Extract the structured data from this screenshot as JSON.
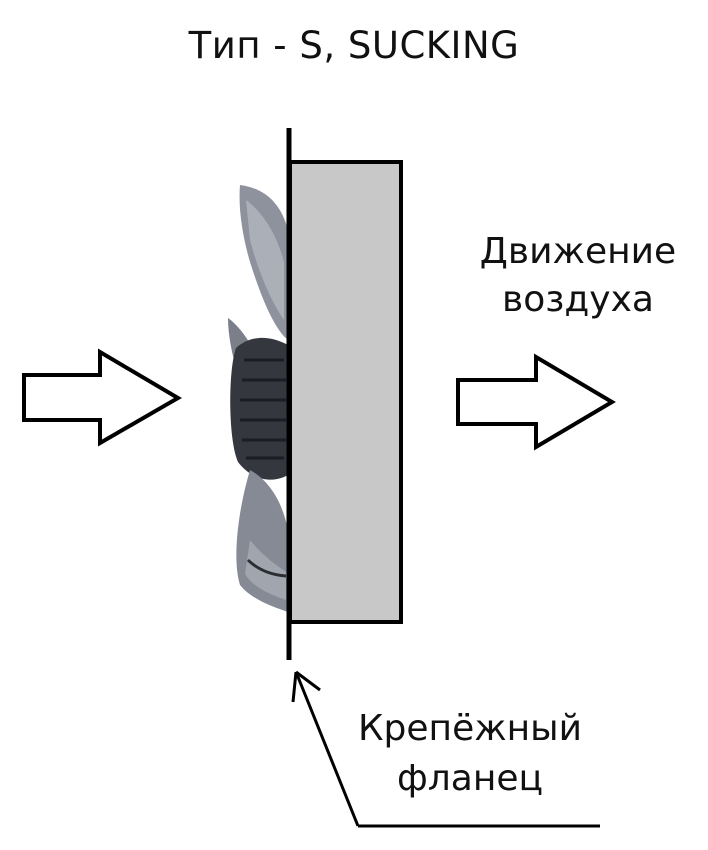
{
  "title": "Тип - S, SUCKING",
  "airflow_label": {
    "line1": "Движение",
    "line2": "воздуха"
  },
  "flange_label": {
    "line1": "Крепёжный",
    "line2": "фланец"
  },
  "colors": {
    "stroke": "#000000",
    "housing_fill": "#c8c8c8",
    "fan_blade": "#6b6f78",
    "fan_blade_light": "#9a9ea8",
    "fan_hub": "#2e3138"
  }
}
